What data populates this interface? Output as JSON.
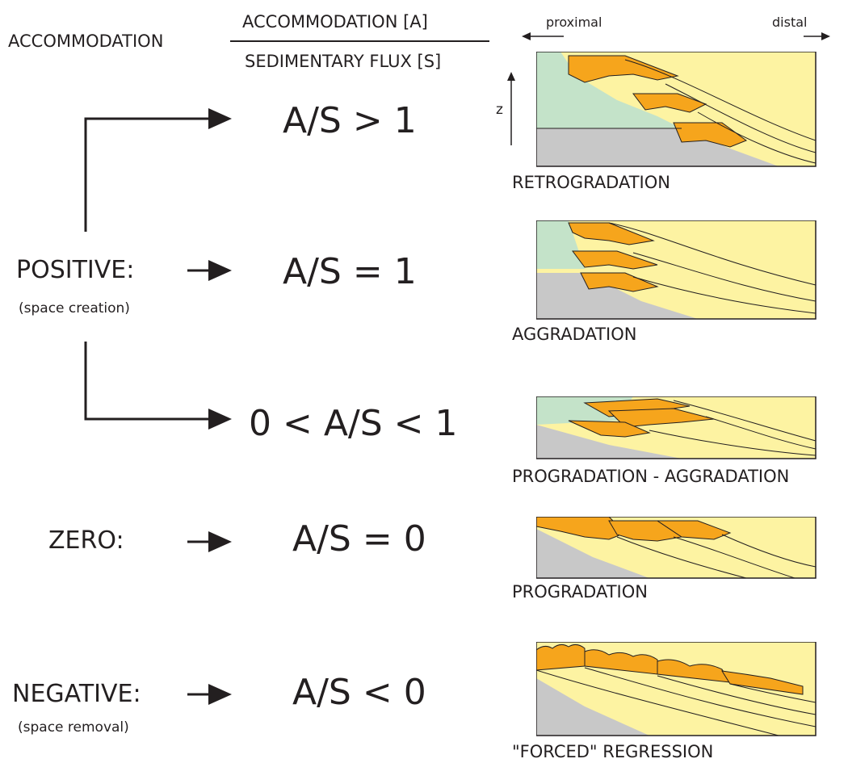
{
  "header": {
    "accommodation": "ACCOMMODATION",
    "numerator": "ACCOMMODATION  [A]",
    "denominator": "SEDIMENTARY FLUX  [S]",
    "proximal": "proximal",
    "distal": "distal",
    "z_axis": "z"
  },
  "cases": {
    "positive": "POSITIVE:",
    "positive_note": "(space creation)",
    "zero": "ZERO:",
    "negative": "NEGATIVE:",
    "negative_note": "(space removal)"
  },
  "ratios": {
    "gt_one": "A/S  >  1",
    "eq_one": "A/S  = 1",
    "between": "0 < A/S < 1",
    "eq_zero": "A/S = 0",
    "lt_zero": "A/S < 0"
  },
  "patterns": {
    "retrogradation": "RETROGRADATION",
    "aggradation": "AGGRADATION",
    "prog_aggradation": "PROGRADATION - AGGRADATION",
    "progradation": "PROGRADATION",
    "forced_regression": "\"FORCED\" REGRESSION"
  },
  "colors": {
    "marine_water": "#c4e3c9",
    "basement": "#c8c8c8",
    "sand_fine": "#fdf3a2",
    "sand_coarse": "#f6a51c",
    "ink": "#231f20"
  }
}
